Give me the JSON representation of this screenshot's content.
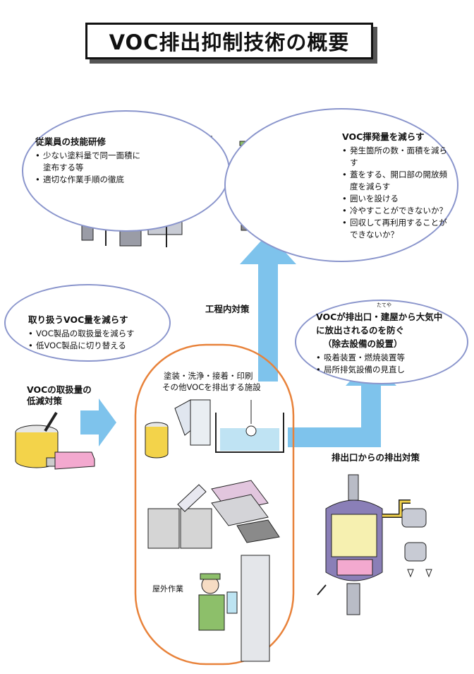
{
  "title": "VOC排出抑制技術の概要",
  "training": {
    "heading": "従業員の技能研修",
    "items": [
      "少ない塗料量で同一面積に塗布する等",
      "適切な作業手順の徹底"
    ]
  },
  "reduce_emission": {
    "heading": "VOC揮発量を減らす",
    "items": [
      "発生箇所の数・面積を減らす",
      "蓋をする、開口部の開放頻度を減らす",
      "囲いを設ける",
      "冷やすことができないか？",
      "回収して再利用することができないか？"
    ]
  },
  "reduce_handling": {
    "heading": "取り扱うVOC量を減らす",
    "items": [
      "VOC製品の取扱量を減らす",
      "低VOC製品に切り替える"
    ]
  },
  "prevent_release": {
    "heading_line1": "VOCが排出口・建屋から大気中",
    "heading_line2": "に放出されるのを防ぐ",
    "heading_line3": "（除去設備の設置）",
    "ruby": "たてや",
    "items": [
      "吸着装置・燃焼装置等",
      "局所排気設備の見直し"
    ]
  },
  "labels": {
    "process": "工程内対策",
    "handling_line1": "VOCの取扱量の",
    "handling_line2": "低減対策",
    "facility_line1": "塗装・洗浄・接着・印刷",
    "facility_line2": "その他VOCを排出する施設",
    "outdoor": "屋外作業",
    "exhaust": "排出口からの排出対策"
  },
  "colors": {
    "bubble_border": "#8a95cc",
    "facility_border": "#e8823a",
    "arrow": "#7ec3ec",
    "title_shadow": "#555555"
  }
}
